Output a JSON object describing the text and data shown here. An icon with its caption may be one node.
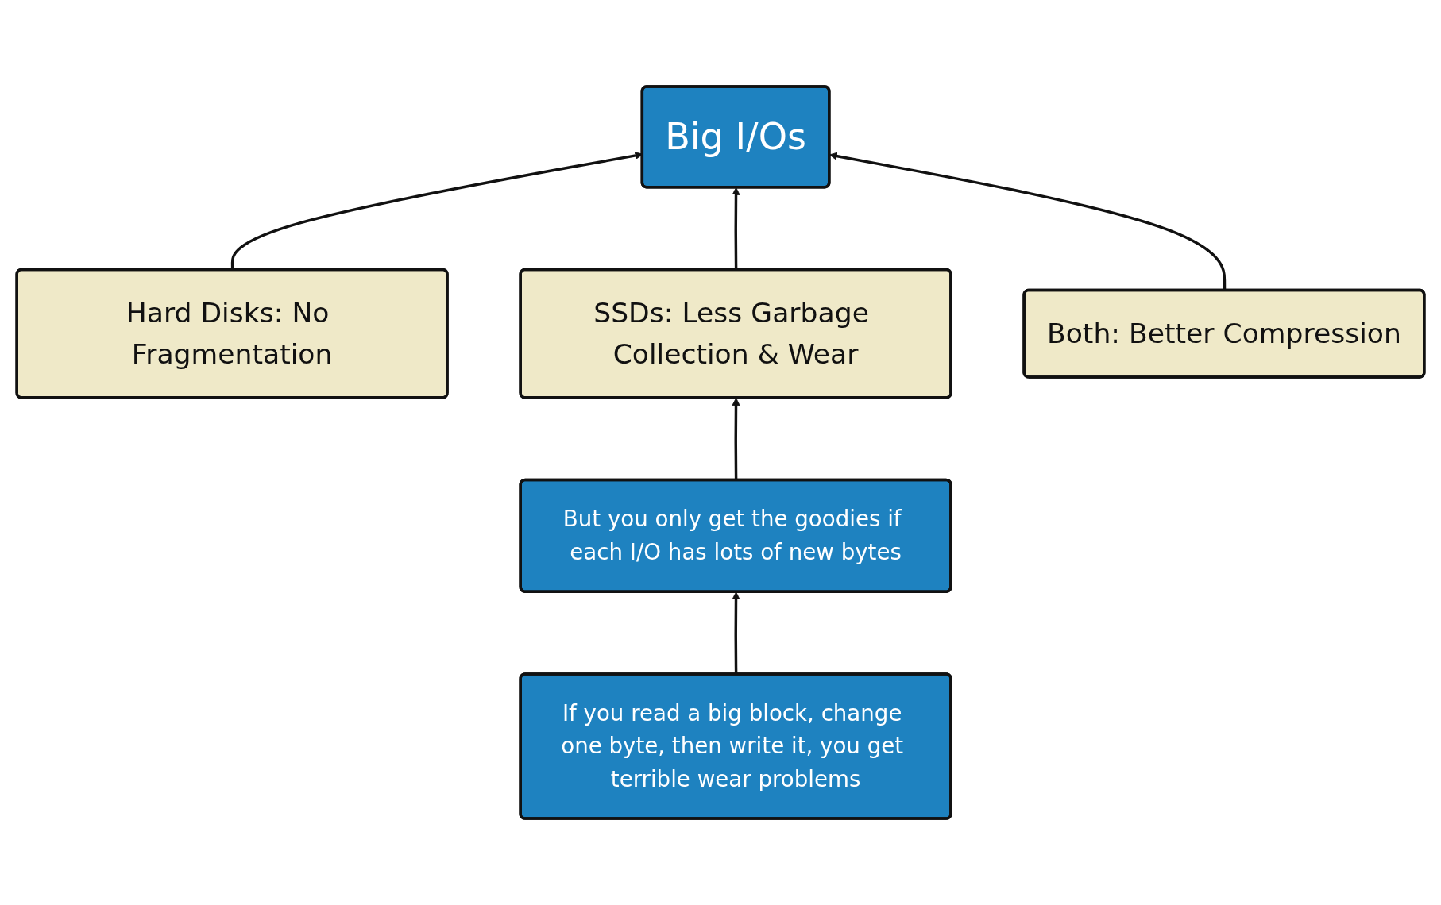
{
  "diagram": {
    "nodes": [
      {
        "text": [
          "Hard Disks: No Fragmentation"
        ]
      },
      {
        "text": [
          "SSDs: Less Garbage Collection & Wear"
        ]
      },
      {
        "text": [
          "Big I/Os"
        ]
      },
      {
        "text": [
          "Both: Better Compression"
        ]
      },
      {
        "text": [
          "But you only get the goodies if each I/O has lots of new bytes"
        ]
      },
      {
        "text": [
          "If you read a big block, change one byte, then write it, you get terrible wear problems"
        ]
      }
    ],
    "edges": [
      {
        "from": 0,
        "to": 2,
        "arrow": "to"
      },
      {
        "from": 1,
        "to": 2,
        "arrow": "to"
      },
      {
        "from": 3,
        "to": 2,
        "arrow": "to"
      },
      {
        "from": 4,
        "to": 1,
        "arrow": "to"
      },
      {
        "from": 5,
        "to": 4,
        "arrow": "to"
      }
    ]
  }
}
